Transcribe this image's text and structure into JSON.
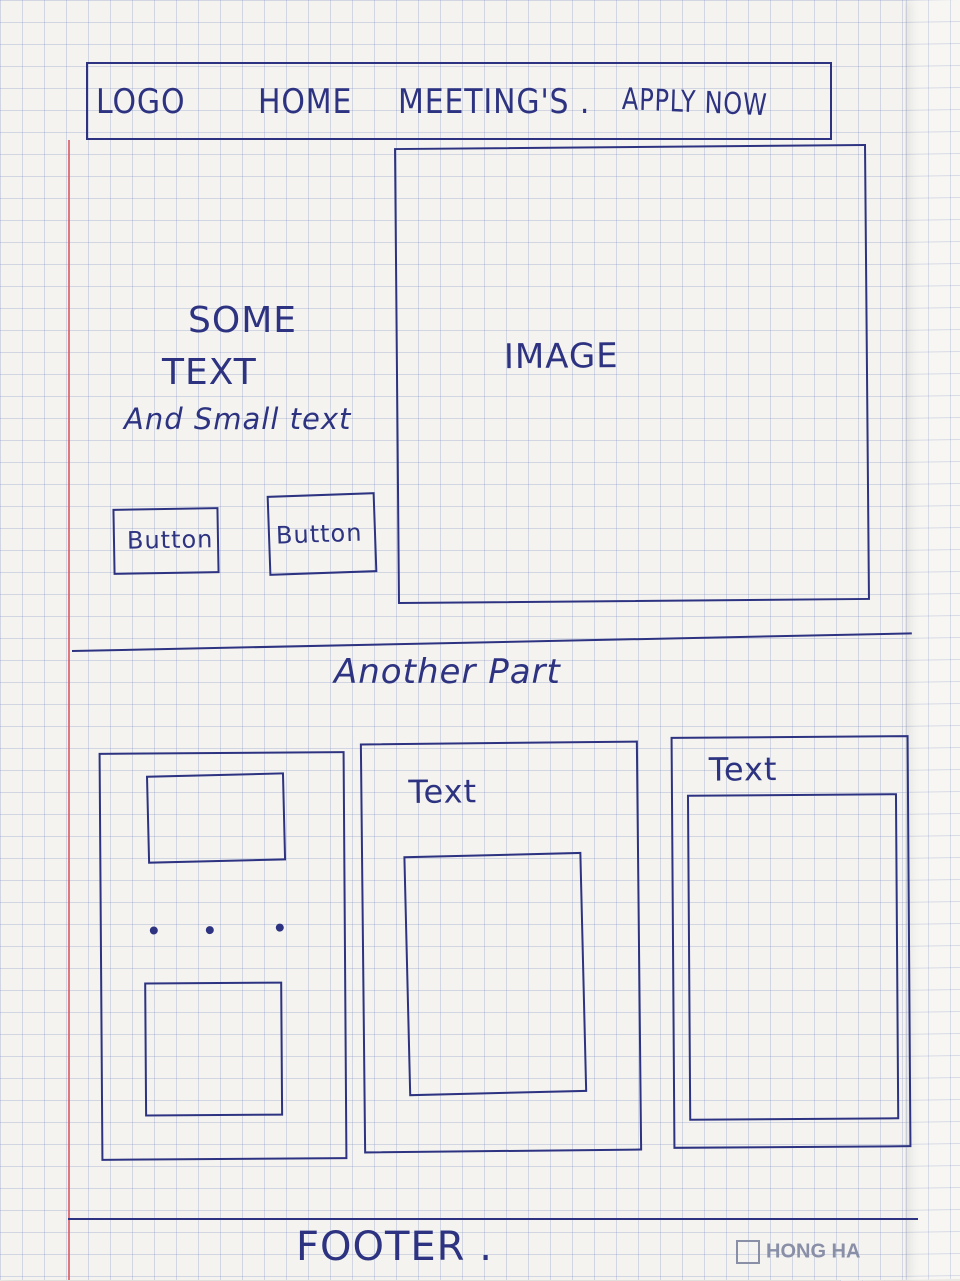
{
  "nav": {
    "logo": "LOGO",
    "home": "HOME",
    "meetings": "MEETING'S .",
    "apply": "APPLY NOW"
  },
  "hero": {
    "heading_line1": "SOME",
    "heading_line2": "TEXT",
    "subtext": "And Small text",
    "button1_label": "Button",
    "button2_label": "Button",
    "image_label": "IMAGE"
  },
  "section": {
    "title": "Another Part",
    "card2_label": "Text",
    "card3_label": "Text"
  },
  "footer": {
    "label": "FOOTER ."
  },
  "notebook_brand": "HONG HA"
}
